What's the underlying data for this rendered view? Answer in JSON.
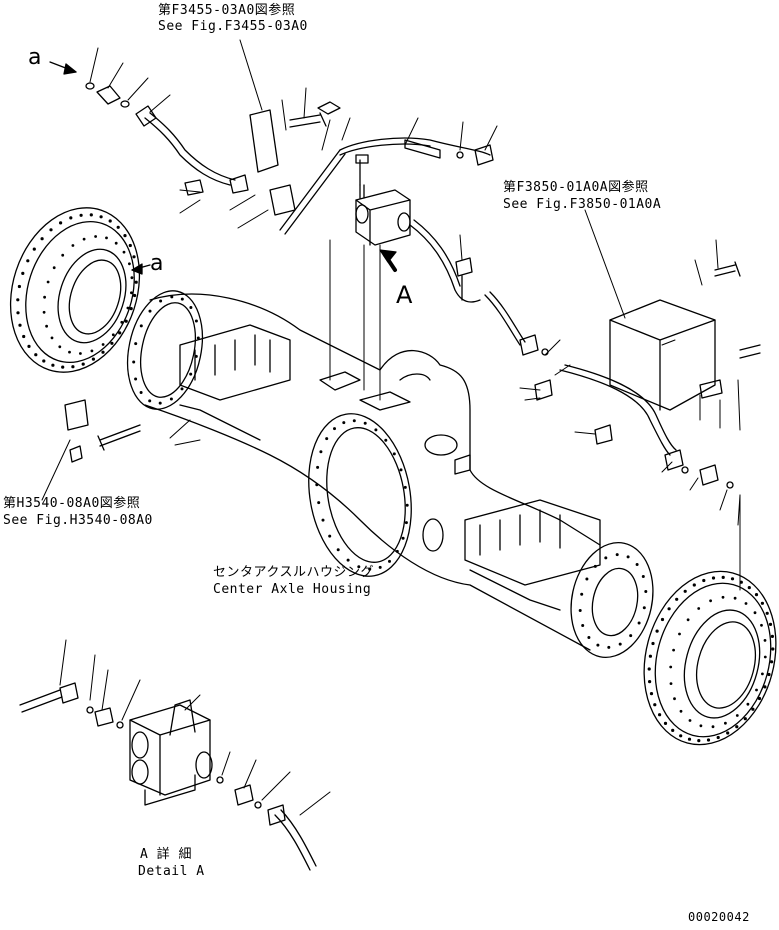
{
  "refs": {
    "f3455": {
      "jp": "第F3455-03A0図参照",
      "en": "See Fig.F3455-03A0"
    },
    "f3850": {
      "jp": "第F3850-01A0A図参照",
      "en": "See Fig.F3850-01A0A"
    },
    "h3540": {
      "jp": "第H3540-08A0図参照",
      "en": "See Fig.H3540-08A0"
    }
  },
  "housing": {
    "jp": "センタアクスルハウジング",
    "en": "Center Axle Housing"
  },
  "detail": {
    "jp": "A 詳 細",
    "en": "Detail A"
  },
  "markers": {
    "a_top": "a",
    "a_mid": "a",
    "view_a": "A"
  },
  "part_number": "00020042"
}
